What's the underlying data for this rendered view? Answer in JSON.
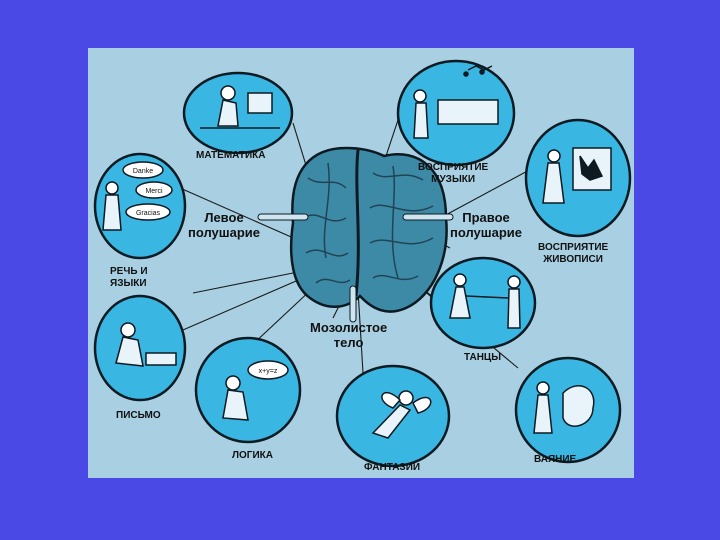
{
  "colors": {
    "page_background": "#4b49e6",
    "panel_background": "#a9d0e2",
    "bubble_fill": "#39b6e2",
    "brain_fill": "#3d8aa6",
    "outline": "#0d1a22"
  },
  "labels": {
    "mathematics": "МАТЕМАТИКА",
    "music_perception_1": "ВОСПРИЯТИЕ",
    "music_perception_2": "МУЗЫКИ",
    "painting_perception_1": "ВОСПРИЯТИЕ",
    "painting_perception_2": "ЖИВОПИСИ",
    "left_hemisphere_1": "Левое",
    "left_hemisphere_2": "полушарие",
    "right_hemisphere_1": "Правое",
    "right_hemisphere_2": "полушарие",
    "speech_languages_1": "РЕЧЬ И",
    "speech_languages_2": "ЯЗЫКИ",
    "corpus_callosum_1": "Мозолистое",
    "corpus_callosum_2": "тело",
    "dance": "ТАНЦЫ",
    "writing": "ПИСЬМО",
    "logic": "ЛОГИКА",
    "fantasy": "ФАНТАЗИИ",
    "sculpture": "ВАЯНИЕ"
  },
  "speech_bubbles": [
    "Danke",
    "Merci",
    "Gracias"
  ],
  "logic_bubble": "x+y=z"
}
